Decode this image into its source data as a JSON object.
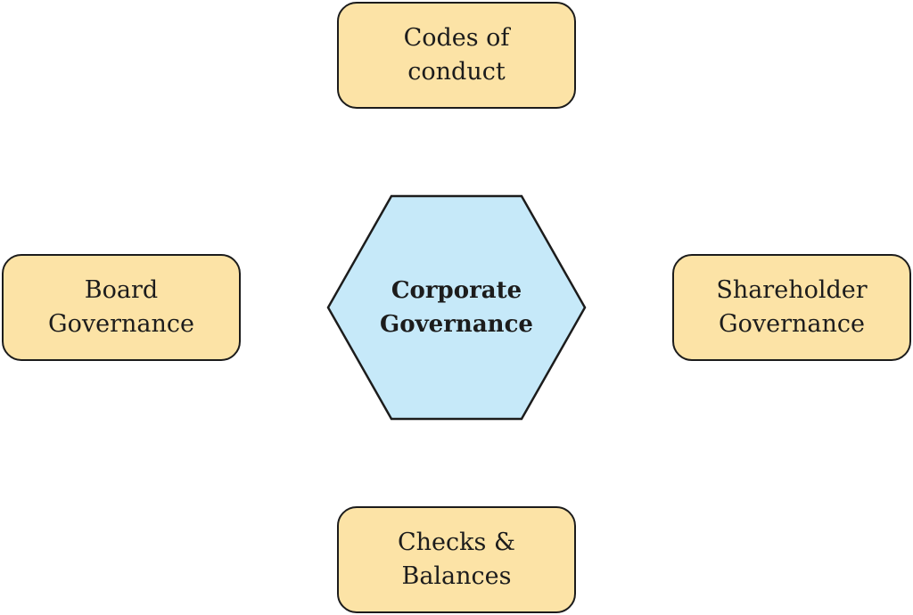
{
  "diagram": {
    "center": {
      "line1": "Corporate",
      "line2": "Governance"
    },
    "top": {
      "line1": "Codes of",
      "line2": "conduct"
    },
    "left": {
      "line1": "Board",
      "line2": "Governance"
    },
    "right": {
      "line1": "Shareholder",
      "line2": "Governance"
    },
    "bottom": {
      "line1": "Checks &",
      "line2": "Balances"
    }
  },
  "colors": {
    "box_fill": "#fce3a6",
    "hex_fill": "#c6e9f9",
    "outline": "#1c1c1c"
  }
}
